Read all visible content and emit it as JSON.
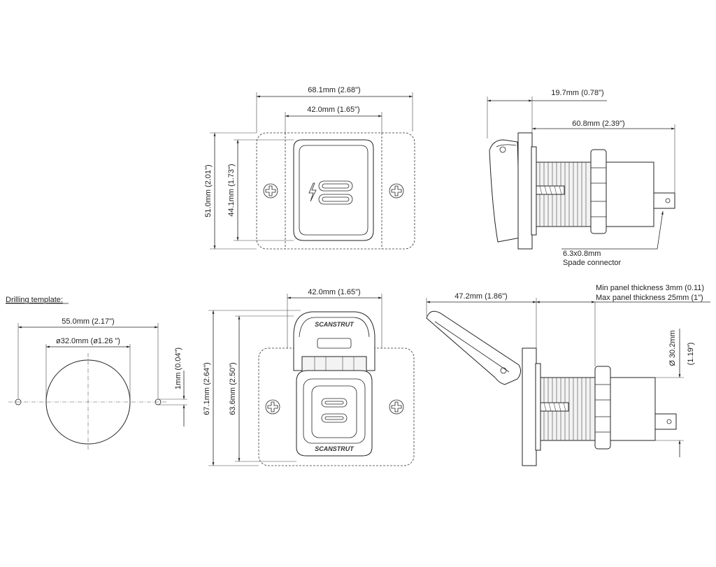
{
  "top_front": {
    "width_outer": "68.1mm (2.68\")",
    "width_inner": "42.0mm (1.65\")",
    "height_outer": "51.0mm (2.01\")",
    "height_inner": "44.1mm (1.73\")"
  },
  "top_side": {
    "depth_flange": "19.7mm (0.78\")",
    "depth_body": "60.8mm (2.39\")",
    "spade_size": "6.3x0.8mm",
    "spade_label": "Spade connector"
  },
  "drilling": {
    "title": "Drilling template:",
    "hole_spacing": "55.0mm  (2.17\")",
    "hole_diameter": "ø32.0mm (ø1.26 \")",
    "offset": "1mm (0.04\")"
  },
  "bottom_front": {
    "width": "42.0mm (1.65\")",
    "height_outer": "67.1mm (2.64\")",
    "height_inner": "63.6mm (2.50\")",
    "brand_top": "SCANSTRUT",
    "brand_bottom": "SCANSTRUT"
  },
  "bottom_side": {
    "lid_depth": "47.2mm (1.86\")",
    "panel_min": "Min panel thickness 3mm (0.11)",
    "panel_max": "Max panel thickness 25mm (1\")",
    "thread_mm": "Ø 30.2mm",
    "thread_in": "(1.19\")"
  },
  "icons": {
    "lightning": "lightning-icon",
    "screw": "phillips-screw-icon",
    "usb_c": "usb-c-port-icon"
  },
  "colors": {
    "line": "#222222",
    "background": "#ffffff"
  }
}
